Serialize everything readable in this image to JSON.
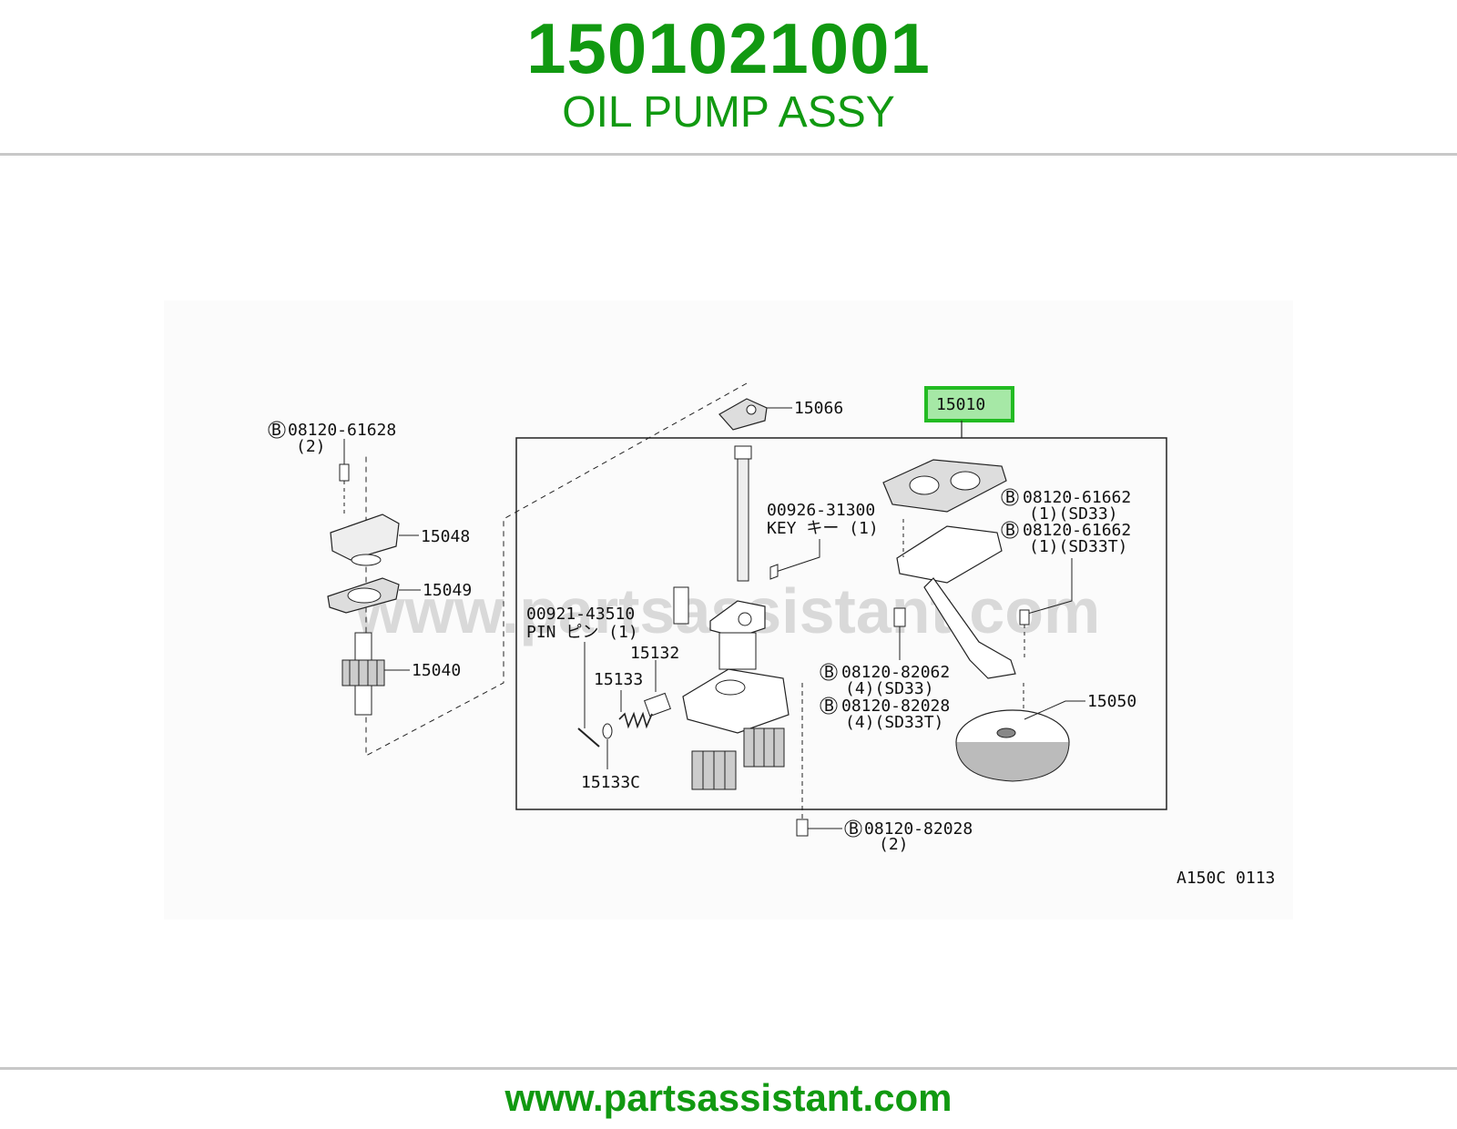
{
  "header": {
    "part_number": "1501021001",
    "part_name": "OIL PUMP ASSY"
  },
  "footer": {
    "website": "www.partsassistant.com"
  },
  "diagram": {
    "watermark": "www.partsassistant.com",
    "figure_code": "A150C 0113",
    "highlighted_part": "15010",
    "labels": {
      "p15066": "15066",
      "p15048": "15048",
      "p15049": "15049",
      "p15040": "15040",
      "p15132": "15132",
      "p15133": "15133",
      "p15133c": "15133C",
      "p15050": "15050",
      "b61628": "08120-61628",
      "b61628_qty": "(2)",
      "key_no": "00926-31300",
      "key_name": "KEY  キー  (1)",
      "pin_no": "00921-43510",
      "pin_name": "PIN  ピン  (1)",
      "b61662a": "08120-61662",
      "b61662a_qty": "(1)(SD33)",
      "b61662b": "08120-61662",
      "b61662b_qty": "(1)(SD33T)",
      "b82062": "08120-82062",
      "b82062_qty": "(4)(SD33)",
      "b82028a": "08120-82028",
      "b82028a_qty": "(4)(SD33T)",
      "b82028b": "08120-82028",
      "b82028b_qty": "(2)",
      "bolt_mark": "B"
    }
  },
  "colors": {
    "brand_green": "#119911",
    "highlight_fill": "#a6e8a6",
    "highlight_border": "#22bb22"
  }
}
